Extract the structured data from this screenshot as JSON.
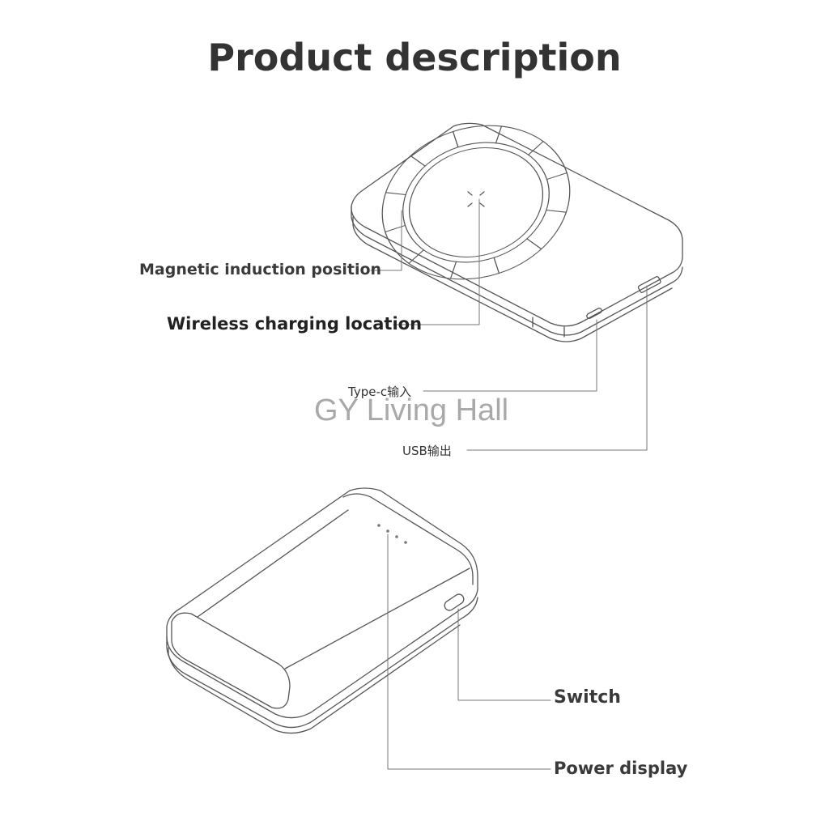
{
  "title": "Product description",
  "labels": {
    "magnetic": "Magnetic induction position",
    "wireless": "Wireless charging location",
    "typec": "Type-c输入",
    "usb": "USB输出",
    "switch": "Switch",
    "power": "Power display"
  },
  "watermark": "GY Living Hall",
  "colors": {
    "line": "#555555",
    "text": "#3a3a3a",
    "watermark": "#a9a9a9"
  }
}
